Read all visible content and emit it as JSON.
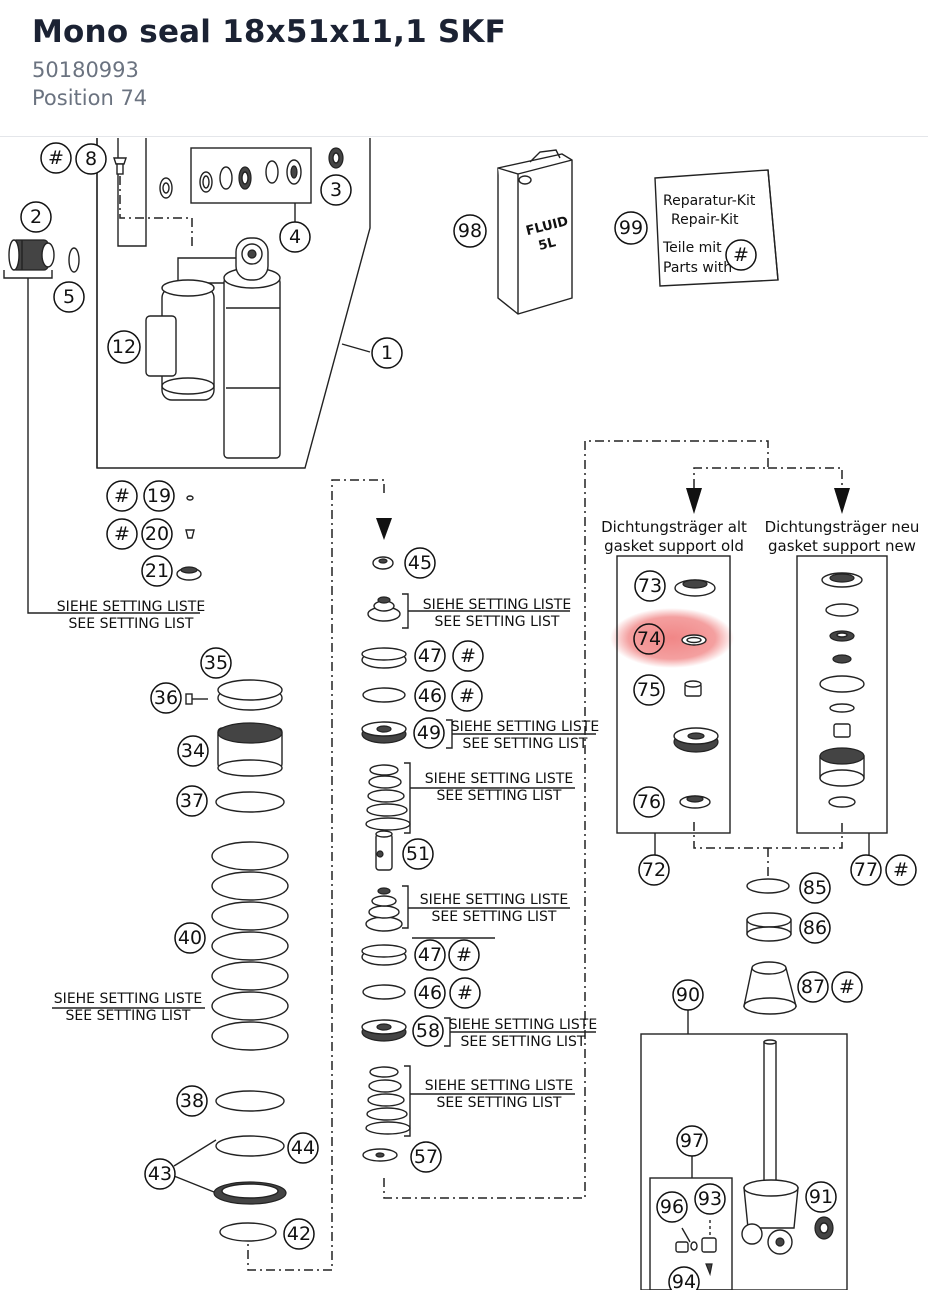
{
  "header": {
    "title": "Mono seal 18x51x11,1 SKF",
    "part_number": "50180993",
    "position": "Position 74"
  },
  "diagram": {
    "highlight_color": "#f08080",
    "highlighted_position": "74",
    "hash": "#",
    "callouts": {
      "c1": "1",
      "c2": "2",
      "c3": "3",
      "c4": "4",
      "c5": "5",
      "c8": "8",
      "c12": "12",
      "c19": "19",
      "c20": "20",
      "c21": "21",
      "c34": "34",
      "c35": "35",
      "c36": "36",
      "c37": "37",
      "c38": "38",
      "c40": "40",
      "c42": "42",
      "c43": "43",
      "c44": "44",
      "c45": "45",
      "c46a": "46",
      "c46b": "46",
      "c47a": "47",
      "c47b": "47",
      "c49": "49",
      "c51": "51",
      "c57": "57",
      "c58": "58",
      "c72": "72",
      "c73": "73",
      "c74": "74",
      "c75": "75",
      "c76": "76",
      "c77": "77",
      "c85": "85",
      "c86": "86",
      "c87": "87",
      "c90": "90",
      "c91": "91",
      "c93": "93",
      "c94": "94",
      "c96": "96",
      "c97": "97",
      "c98": "98",
      "c99": "99"
    },
    "setting_de": "SIEHE SETTING LISTE",
    "setting_en": "SEE SETTING LIST",
    "gasket_old_de": "Dichtungsträger alt",
    "gasket_old_en": "gasket support old",
    "gasket_new_de": "Dichtungsträger neu",
    "gasket_new_en": "gasket support new",
    "fluid_line1": "FLUID",
    "fluid_line2": "5L",
    "kit_line1": "Reparatur-Kit",
    "kit_line2": "Repair-Kit",
    "kit_line3": "Teile mit",
    "kit_line4": "Parts with"
  }
}
